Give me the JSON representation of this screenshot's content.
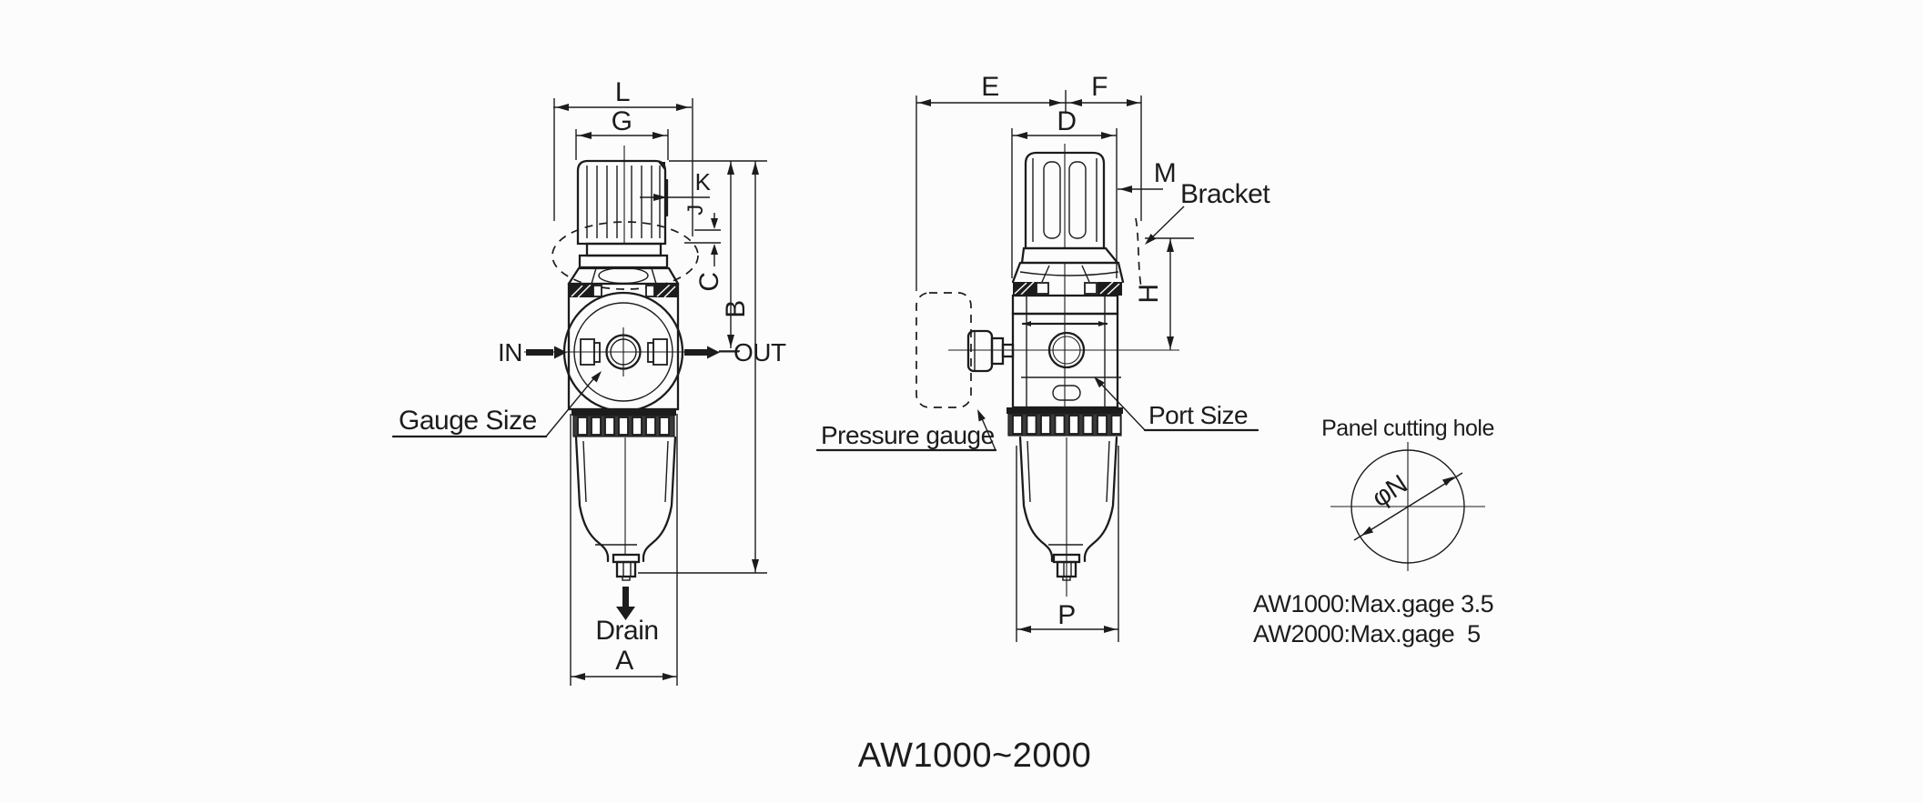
{
  "title": "AW1000~2000",
  "front": {
    "L": "L",
    "G": "G",
    "K": "K",
    "J": "J",
    "C": "C",
    "B": "B",
    "A": "A",
    "in": "IN",
    "out": "OUT",
    "gauge_size": "Gauge Size",
    "drain": "Drain"
  },
  "side": {
    "E": "E",
    "F": "F",
    "D": "D",
    "M": "M",
    "H": "H",
    "P": "P",
    "bracket": "Bracket",
    "pressure_gauge": "Pressure gauge",
    "port_size": "Port Size"
  },
  "panel": {
    "title": "Panel cutting hole",
    "diameter": "φN"
  },
  "notes": {
    "aw1000": "AW1000:Max.gage 3.5",
    "aw2000": "AW2000:Max.gage  5"
  },
  "colors": {
    "ink": "#1c1c1c",
    "background": "#fcfcfc"
  }
}
